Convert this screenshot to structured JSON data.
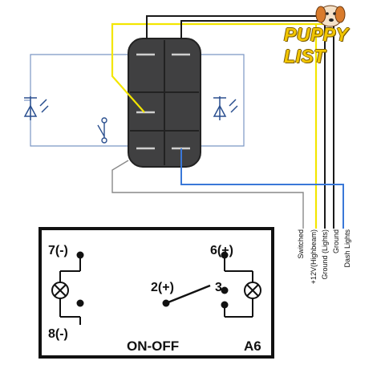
{
  "brand": {
    "name": "PUPPY LIST",
    "colors": {
      "text": "#f2c600",
      "outline": "#7a5a00",
      "dog": "#d97b2c"
    }
  },
  "wires": [
    {
      "label": "Switched",
      "color": "#888888"
    },
    {
      "label": "+12V(Highbeam)",
      "color": "#f3e600"
    },
    {
      "label": "Ground (Lights)",
      "color": "#111111"
    },
    {
      "label": "Ground",
      "color": "#111111"
    },
    {
      "label": "Dash Lights",
      "color": "#3a78d8"
    }
  ],
  "diagram": {
    "pins": {
      "p7": "7(-)",
      "p6": "6(+)",
      "p2": "2(+)",
      "p3": "3",
      "p8": "8(-)"
    },
    "mode": "ON-OFF",
    "model": "A6"
  },
  "icons": [
    "led-diode-icon",
    "indicator-lamp-icon",
    "dog-mascot-icon",
    "switch-contact-icon"
  ]
}
